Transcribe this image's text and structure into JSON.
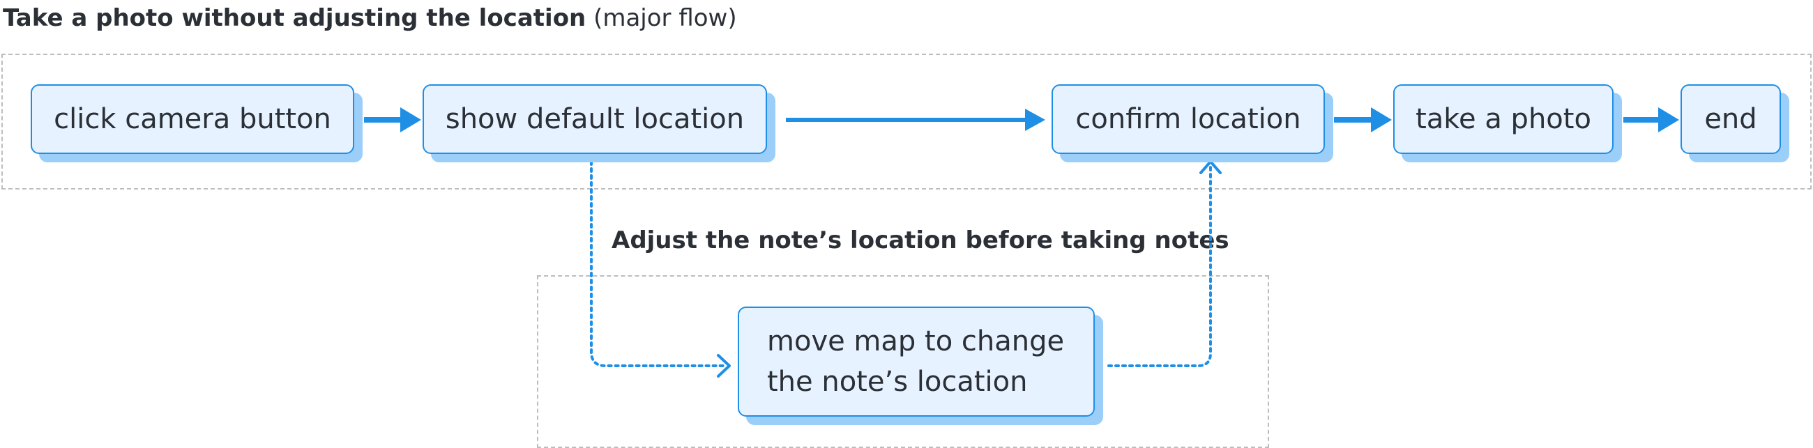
{
  "title": {
    "bold": "Take a photo without adjusting the location",
    "normal": "(major flow)"
  },
  "subflow": {
    "label": "Adjust the note’s location before taking notes"
  },
  "nodes": {
    "click_camera": "click camera button",
    "show_default": "show default location",
    "confirm_location": "confirm location",
    "take_photo": "take a photo",
    "end": "end",
    "move_map_line1": "move map to change",
    "move_map_line2": "the note’s location"
  },
  "colors": {
    "node_fill": "#e6f2ff",
    "node_border": "#1f8fe6",
    "node_shadow": "#9ccefa",
    "arrow": "#1f8fe6",
    "frame": "#bdbdbd",
    "text": "#2b2f36"
  }
}
